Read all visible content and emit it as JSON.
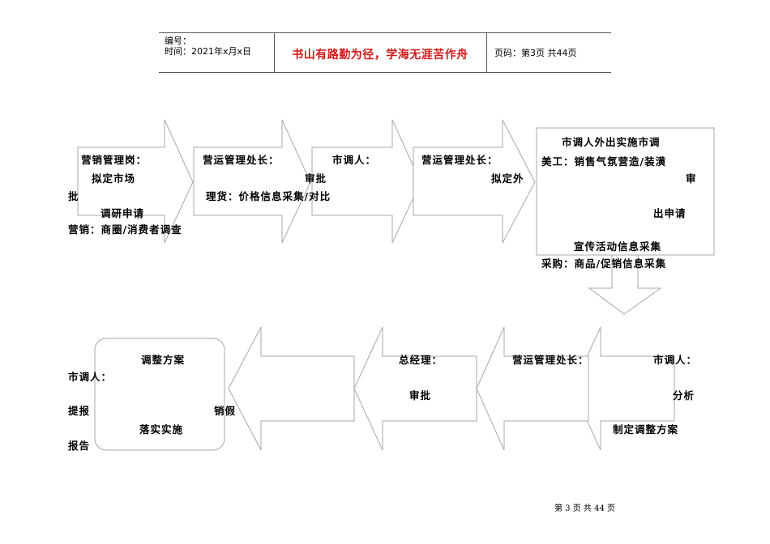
{
  "header": {
    "number_label": "编号：",
    "time_label": "时间：2021年x月x日",
    "motto": "书山有路勤为径，学海无涯苦作舟",
    "page_code": "页码：第3页  共44页"
  },
  "flow": {
    "row1": {
      "b1_line1": "营销管理岗：",
      "b1_line2": "拟定市场",
      "b1_line3": "批",
      "b1_line4": "调研申请",
      "b1_line5": "营销：商圈/消费者调查",
      "b2_line1": "营运管理处长：",
      "b2_line2": "审批",
      "b2_line3": "理货：价格信息采集/对比",
      "b3_line1": "市调人：",
      "b4_line1": "营运管理处长：",
      "b4_line2": "拟定外",
      "b5_line1": "市调人外出实施市调",
      "b5_line2": "美工：销售气氛营造/装潢",
      "b5_line3": "审",
      "b5_line4": "出申请",
      "b5_line5": "宣传活动信息采集",
      "b5_line6": "采购：商品/促销信息采集"
    },
    "row2": {
      "r1_line1": "市调人：",
      "r1_line2": "分析",
      "r1_line3": "制定调整方案",
      "r2_line1": "营运管理处长：",
      "r3_line1": "总经理：",
      "r3_line2": "审批",
      "r5_line1": "调整方案",
      "r5_line2": "市调人：",
      "r5_line3": "提报",
      "r5_line4": "销假",
      "r5_line5": "落实实施",
      "r5_line6": "报告"
    }
  },
  "footer": {
    "page_text": "第 3 页  共 44 页"
  }
}
